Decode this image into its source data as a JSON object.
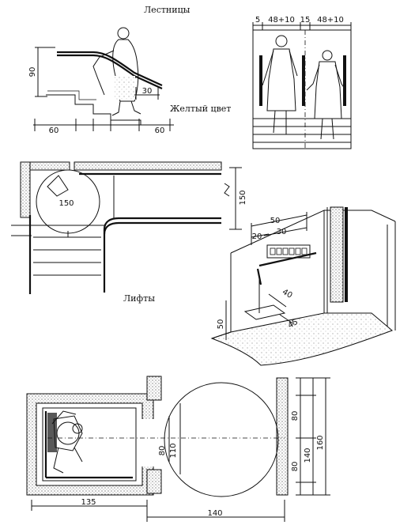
{
  "titles": {
    "stairs": "Лестницы",
    "yellow": "Желтый цвет",
    "lifts": "Лифты"
  },
  "stairs_dims": {
    "height": "90",
    "tread_left": "60",
    "tread_right": "60",
    "offset": "30"
  },
  "people_dims": {
    "a": "5",
    "b": "48+10",
    "c": "15",
    "d": "48+10"
  },
  "landing_dims": {
    "diameter": "150",
    "depth": "150"
  },
  "panel_dims": {
    "w50": "50",
    "w20": "20",
    "w30": "30",
    "w40": "40",
    "w45": "45",
    "h50": "50"
  },
  "lift_plan_dims": {
    "width_cabin": "135",
    "width_hall": "140",
    "door_80": "80",
    "door_110": "110",
    "h80a": "80",
    "h80b": "80",
    "h140": "140",
    "h160": "160"
  }
}
